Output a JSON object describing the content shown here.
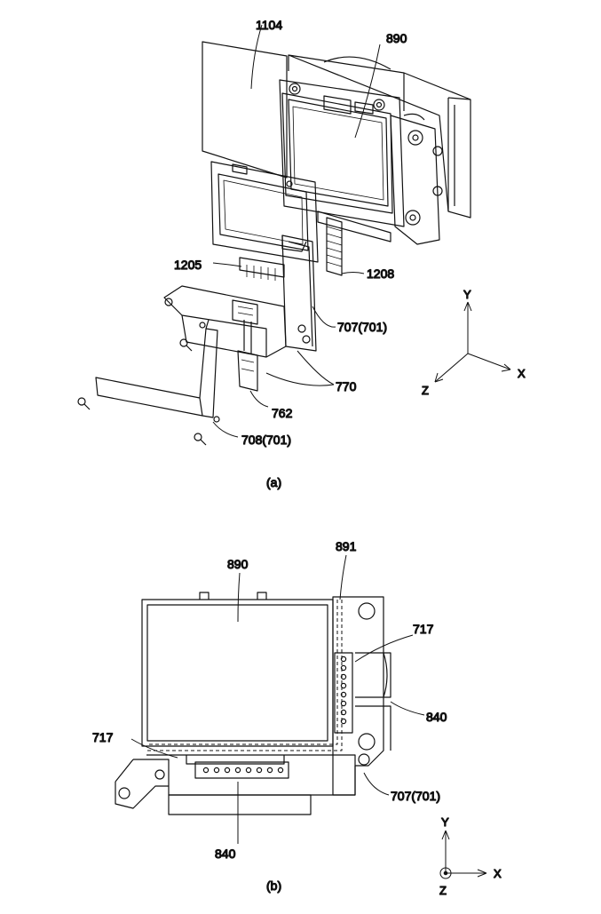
{
  "figure_a": {
    "caption": "(a)",
    "labels": {
      "l1104": "1104",
      "l890": "890",
      "l1205": "1205",
      "l1208": "1208",
      "l707": "707(701)",
      "l770": "770",
      "l762": "762",
      "l708": "708(701)"
    },
    "axes": {
      "y": "Y",
      "x": "X",
      "z": "Z"
    }
  },
  "figure_b": {
    "caption": "(b)",
    "labels": {
      "l890": "890",
      "l891": "891",
      "l717_right": "717",
      "l840_right": "840",
      "l717_left": "717",
      "l707": "707(701)",
      "l840_bottom": "840"
    },
    "axes": {
      "y": "Y",
      "x": "X",
      "z": "Z"
    }
  }
}
